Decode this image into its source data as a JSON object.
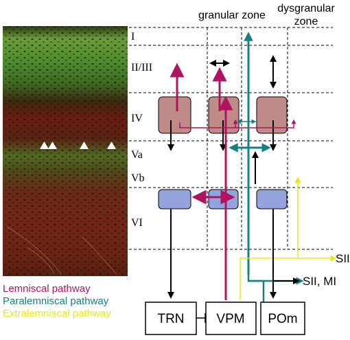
{
  "zones": {
    "granular": "granular zone",
    "dysgranular_line1": "dysgranular",
    "dysgranular_line2": "zone"
  },
  "layers": [
    "I",
    "II/III",
    "IV",
    "Va",
    "Vb",
    "VI"
  ],
  "nuclei": [
    "TRN",
    "VPM",
    "POm"
  ],
  "targets": {
    "sii": "SII",
    "sii_mi": "SII, MI"
  },
  "legend": [
    {
      "label": "Lemniscal pathway",
      "color": "#b0135f"
    },
    {
      "label": "Paralemniscal pathway",
      "color": "#138180"
    },
    {
      "label": "Extralemniscal pathway",
      "color": "#e8e812"
    }
  ],
  "colors": {
    "lemniscal": "#b0135f",
    "paralemniscal": "#138180",
    "extralemniscal": "#e8e812",
    "barrel_fill": "#c08a87",
    "l6_fill": "#93a3dc",
    "image_green": "#3f8a2a",
    "image_red": "#6a1d14"
  }
}
